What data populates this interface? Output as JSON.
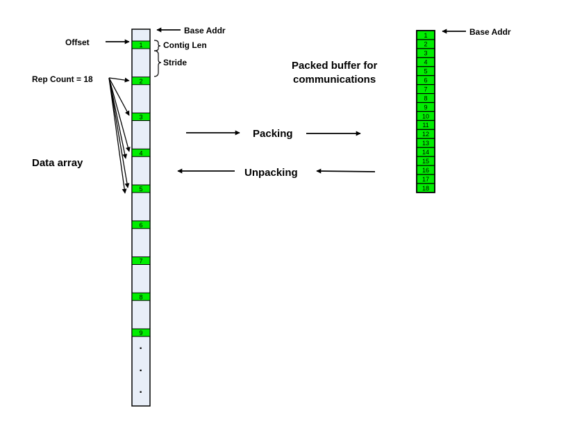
{
  "labels": {
    "base_addr_left": "Base Addr",
    "base_addr_right": "Base Addr",
    "offset": "Offset",
    "contig_len": "Contig Len",
    "stride": "Stride",
    "rep_count": "Rep Count = 18",
    "data_array": "Data array",
    "packing": "Packing",
    "unpacking": "Unpacking",
    "packed_buffer_line1": "Packed buffer for",
    "packed_buffer_line2": "communications"
  },
  "data_array": {
    "block_labels": [
      "1",
      "2",
      "3",
      "4",
      "5",
      "6",
      "7",
      "8",
      "9"
    ],
    "continuation": [
      "·",
      "·",
      "·"
    ]
  },
  "packed_buffer": {
    "cell_labels": [
      "1",
      "2",
      "3",
      "4",
      "5",
      "6",
      "7",
      "8",
      "9",
      "10",
      "11",
      "12",
      "13",
      "14",
      "15",
      "16",
      "17",
      "18"
    ]
  },
  "colors": {
    "array_fill": "#e8eef8",
    "block_fill": "#00ee00",
    "stroke": "#000000"
  }
}
